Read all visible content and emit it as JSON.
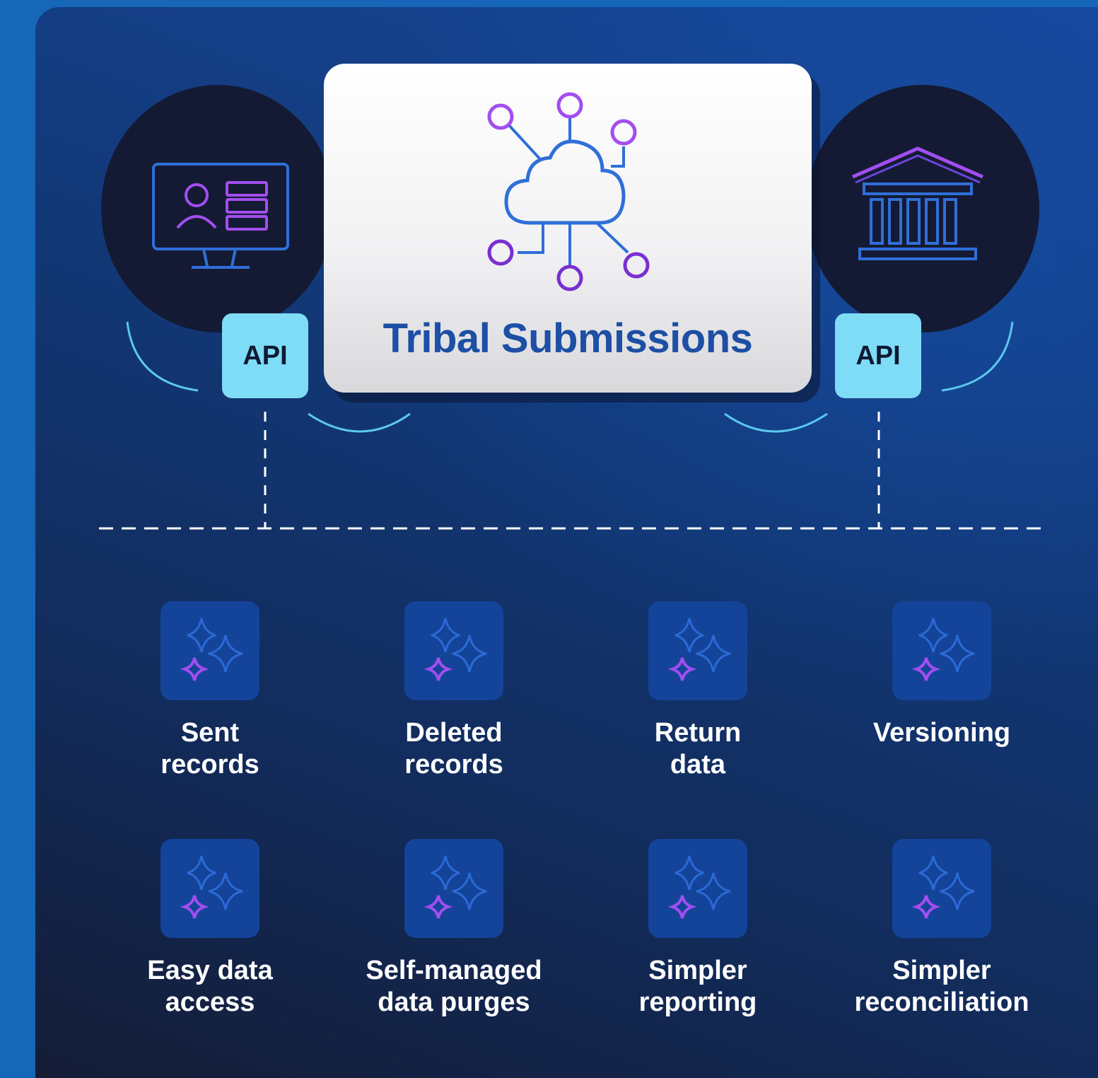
{
  "center": {
    "title": "Tribal Submissions"
  },
  "left_api": {
    "label": "API"
  },
  "right_api": {
    "label": "API"
  },
  "features": [
    {
      "label": "Sent\nrecords"
    },
    {
      "label": "Deleted\nrecords"
    },
    {
      "label": "Return\ndata"
    },
    {
      "label": "Versioning"
    },
    {
      "label": "Easy data\naccess"
    },
    {
      "label": "Self-managed\ndata purges"
    },
    {
      "label": "Simpler\nreporting"
    },
    {
      "label": "Simpler\nreconciliation"
    }
  ],
  "colors": {
    "accent_cyan": "#7fdcf6",
    "accent_purple": "#9b4fe0",
    "title_blue": "#1d4fa5"
  }
}
